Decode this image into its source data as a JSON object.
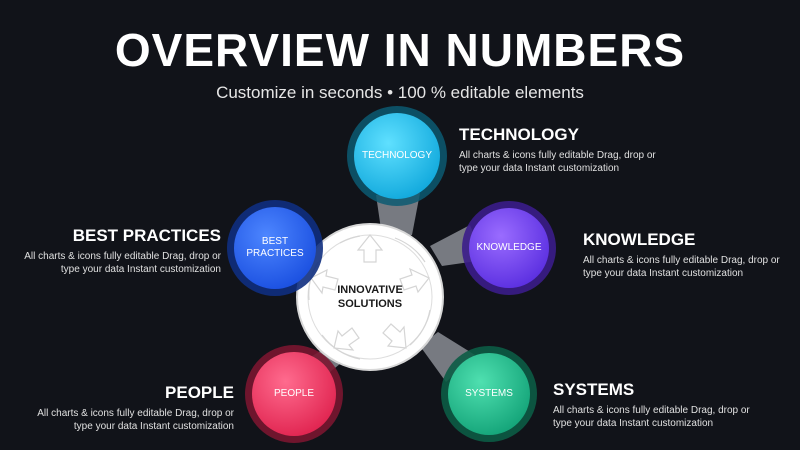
{
  "header": {
    "title": "OVERVIEW IN NUMBERS",
    "subtitle": "Customize in seconds • 100 % editable elements"
  },
  "center": {
    "label": "INNOVATIVE\nSOLUTIONS"
  },
  "nodes": [
    {
      "key": "technology",
      "label": "TECHNOLOGY",
      "color": "#1ec2f0",
      "heading": "TECHNOLOGY",
      "desc": "All charts & icons fully editable Drag, drop or type your data Instant customization"
    },
    {
      "key": "knowledge",
      "label": "KNOWLEDGE",
      "color": "#6a3df0",
      "heading": "KNOWLEDGE",
      "desc": "All charts & icons fully editable Drag, drop or type your data Instant customization"
    },
    {
      "key": "systems",
      "label": "SYSTEMS",
      "color": "#1fb98a",
      "heading": "SYSTEMS",
      "desc": "All charts & icons fully editable Drag, drop or type your data Instant customization"
    },
    {
      "key": "people",
      "label": "PEOPLE",
      "color": "#f03a64",
      "heading": "PEOPLE",
      "desc": "All charts & icons fully editable Drag, drop or type your data Instant customization"
    },
    {
      "key": "best_practices",
      "label": "BEST\nPRACTICES",
      "color": "#1f62f0",
      "heading": "BEST PRACTICES",
      "desc": "All charts & icons fully editable Drag, drop or type your data Instant customization"
    }
  ]
}
